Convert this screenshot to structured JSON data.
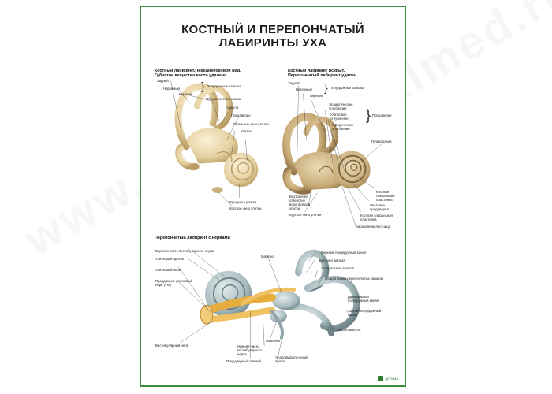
{
  "title_line1": "КОСТНЫЙ И ПЕРЕПОНЧАТЫЙ",
  "title_line2": "ЛАБИРИНТЫ УХА",
  "panel1": {
    "caption_line1": "Костный лабиринт.Переднебоковой вид.",
    "caption_line2": "Губчатое вещество кости удалено.",
    "labels": {
      "posterior": "Задний",
      "lateral": "Наружный",
      "superior": "Верхний",
      "semicircular_canals": "Полукружные каналы",
      "common_bony_crus": "Общая костная ножка",
      "ampulla": "Ампула",
      "vestibule": "Преддверие",
      "oval_window": "Овальное окно улитки",
      "cochlea": "Улитка",
      "cochlea_apex": "Верхушка улитки",
      "round_window": "Круглое окно улитки"
    }
  },
  "panel2": {
    "caption_line1": "Костный лабиринт вскрыт.",
    "caption_line2": "Перепончатый лабиринт удален.",
    "labels": {
      "posterior": "Задний",
      "lateral": "Наружный",
      "superior": "Верхний",
      "semicircular_canals": "Полукружные каналы",
      "elliptical_recess_1": "Эллиптическое",
      "elliptical_recess_2": "углубление",
      "cochlear_recess_1": "Улитковое",
      "cochlear_recess_2": "углубление",
      "spherical_recess_1": "Сферическое",
      "spherical_recess_2": "углубление",
      "vestibule": "Преддверие",
      "helicotrema": "Геликотрема",
      "aqueduct_1": "Внутреннее",
      "aqueduct_2": "отверстие",
      "aqueduct_3": "водопровода",
      "aqueduct_4": "улитки",
      "round_window": "Круглое окно улитки",
      "bony_spiral_1": "Костная",
      "bony_spiral_2": "спиральная",
      "bony_spiral_3": "пластинка",
      "scala_vestibuli_1": "Лестница",
      "scala_vestibuli_2": "преддверия",
      "secondary_spiral_1": "Костная спиральная",
      "secondary_spiral_2": "пластинка",
      "scala_tympani": "Барабанная лестница"
    }
  },
  "panel3": {
    "caption": "Перепончатый лабиринт с нервами",
    "labels": {
      "upper_vestibular_nerve": "Верхняя часть вестибулярного нерва",
      "cochlear_duct": "Улитковый проток",
      "cochlear_nerve": "Улитковый нерв",
      "vc_nerve_1": "Преддверно-улитковый",
      "vc_nerve_2": "нерв (VIII)",
      "vestibular_nerve": "Вестибулярный нерв",
      "utricle": "Маточка",
      "saccule": "Мешочек",
      "lower_vestibular_1": "Нижняя часть",
      "lower_vestibular_2": "вестибулярного",
      "lower_vestibular_3": "нерва",
      "spiral_ganglion": "Преддверный ганглий",
      "endolymph_duct_1": "Эндолимфатический",
      "endolymph_duct_2": "проток",
      "superior_canal": "Верхний полукружный канал",
      "superior_ampulla": "Верхняя ампула",
      "lateral_ampulla": "Латеральная ампула",
      "common_membranous_crus": "Общая ножка перепончатых каналов",
      "lateral_canal_1": "Латеральный",
      "lateral_canal_2": "полукружный канал",
      "posterior_canal_1": "Задний полукружный",
      "posterior_canal_2": "канал",
      "posterior_ampulla": "Задняя ампула"
    }
  },
  "watermark": "www.dealmed.ru",
  "logo": "ДЕЛЬМА",
  "colors": {
    "frame": "#3f8f3a",
    "bone": "#e6d3a6",
    "membrane": "#9fb4b8",
    "nerve": "#f0b84a"
  }
}
